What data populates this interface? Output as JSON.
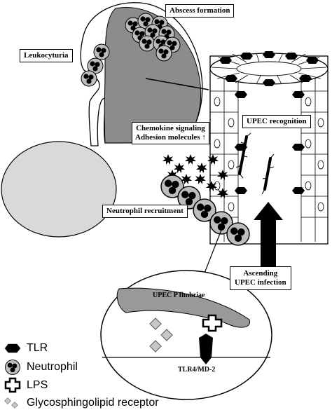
{
  "labels": {
    "abscess": "Abscess formation",
    "leukocyturia": "Leukocyturia",
    "chemokine_line1": "Chemokine signaling",
    "chemokine_line2": "Adhesion molecules ↑",
    "upec_recognition": "UPEC recognition",
    "neutrophil_recruitment": "Neutrophil recruitment",
    "ascending_line1": "Ascending",
    "ascending_line2": "UPEC infection",
    "p_fimbriae": "UPEC P fimbriae",
    "tlr4": "TLR4/MD-2"
  },
  "legend": {
    "tlr": "TLR",
    "neutrophil": "Neutrophil",
    "lps": "LPS",
    "glyco": "Glycosphingolipid receptor"
  },
  "colors": {
    "kidney_fill": "#8c8c8c",
    "bladder_fill": "#d9d9d9",
    "neutrophil_fill": "#bdbdbd",
    "fimbriae_fill": "#999999",
    "tubule_cell": "#e6e6e6",
    "ink": "#000000"
  }
}
